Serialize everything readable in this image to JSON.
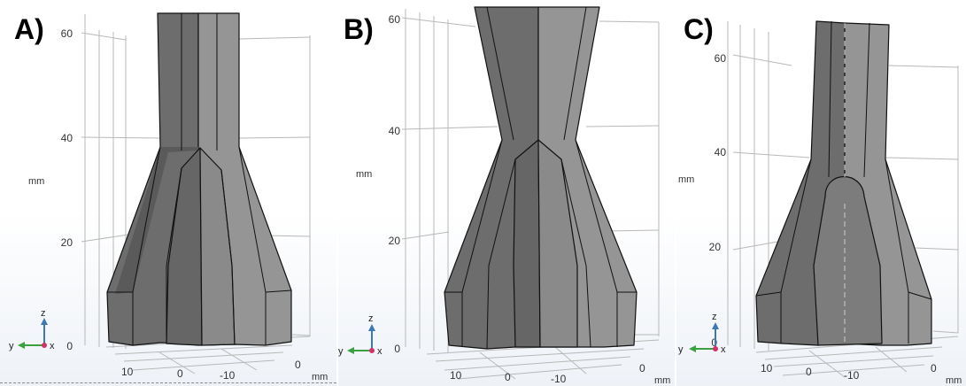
{
  "panels": [
    {
      "label": "A)",
      "z_ticks": [
        "0",
        "20",
        "40",
        "60"
      ],
      "z_unit": "mm",
      "h_ticks": [
        "10",
        "0",
        "-10",
        "0"
      ],
      "h_unit": "mm",
      "triad": {
        "z": "z",
        "y": "y",
        "x": "x"
      },
      "colors": {
        "dark": "#6e6e6e",
        "light": "#959595",
        "edge": "#111111"
      }
    },
    {
      "label": "B)",
      "z_ticks": [
        "0",
        "20",
        "40",
        "60"
      ],
      "z_unit": "mm",
      "h_ticks": [
        "10",
        "0",
        "-10",
        "0"
      ],
      "h_unit": "mm",
      "triad": {
        "z": "z",
        "y": "y",
        "x": "x"
      },
      "colors": {
        "dark": "#6e6e6e",
        "light": "#959595",
        "edge": "#111111"
      }
    },
    {
      "label": "C)",
      "z_ticks": [
        "0",
        "20",
        "40",
        "60"
      ],
      "z_unit": "mm",
      "h_ticks": [
        "10",
        "0",
        "-10",
        "0"
      ],
      "h_unit": "mm",
      "triad": {
        "z": "z",
        "y": "y",
        "x": "x"
      },
      "colors": {
        "dark": "#6e6e6e",
        "light": "#959595",
        "edge": "#111111"
      }
    }
  ]
}
